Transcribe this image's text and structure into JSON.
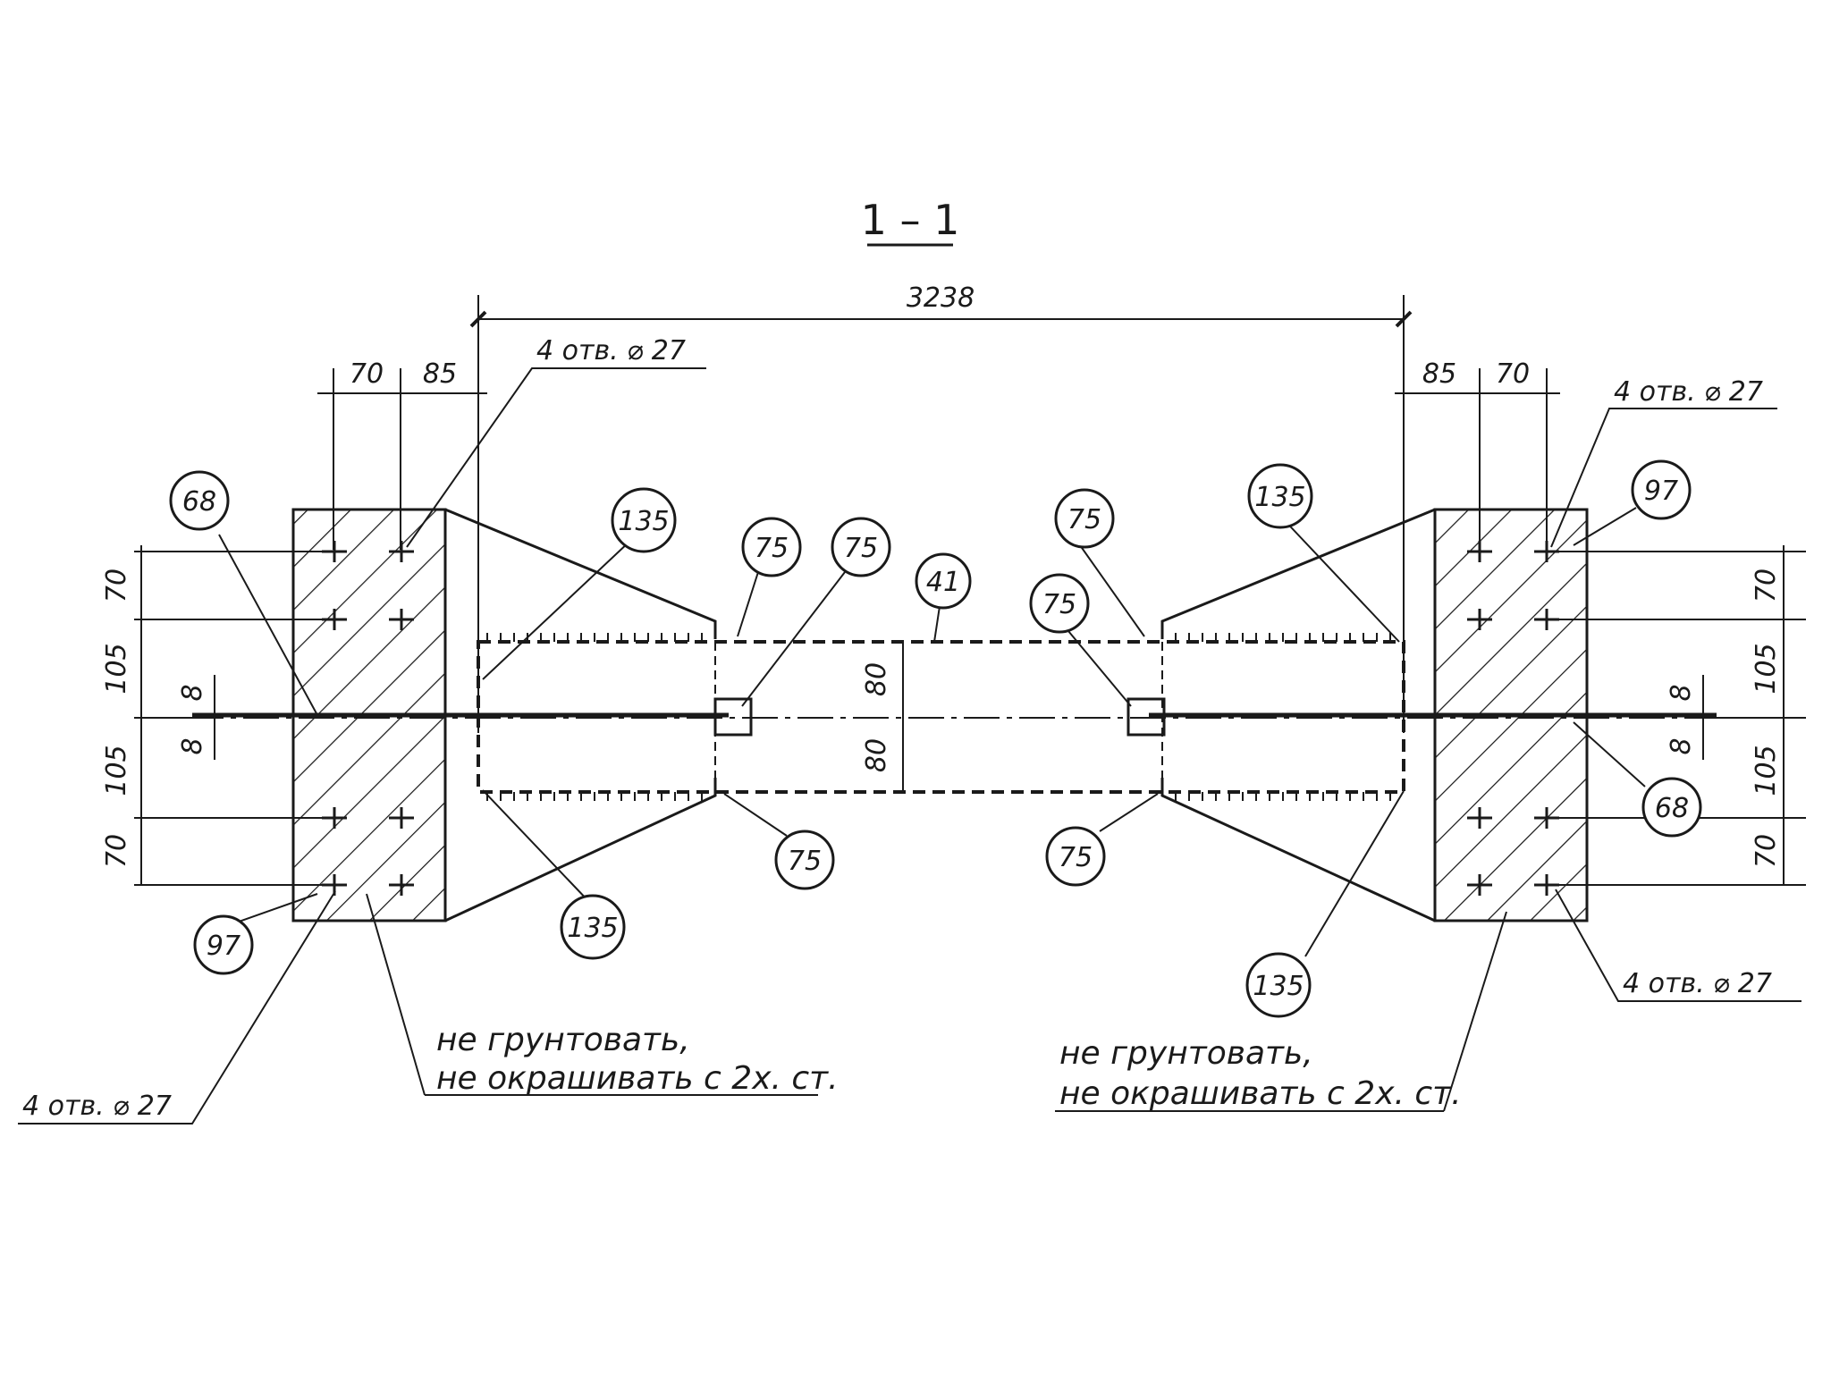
{
  "section_title": "1 – 1",
  "dimensions": {
    "overall": "3238",
    "left_70": "70",
    "left_85": "85",
    "right_85": "85",
    "right_70": "70",
    "v_left": [
      "70",
      "105",
      "8",
      "8",
      "105",
      "70"
    ],
    "v_right": [
      "70",
      "105",
      "8",
      "8",
      "105",
      "70"
    ],
    "center_80_top": "80",
    "center_80_bottom": "80"
  },
  "callouts": {
    "holes_top_left": "4 отв. ⌀ 27",
    "holes_top_right": "4 отв. ⌀ 27",
    "holes_bottom_left": "4 отв. ⌀ 27",
    "holes_bottom_right": "4 отв. ⌀ 27"
  },
  "bubbles": {
    "b68_left": "68",
    "b135_top_left": "135",
    "b75_a": "75",
    "b75_b": "75",
    "b41": "41",
    "b75_c": "75",
    "b75_d": "75",
    "b135_top_right": "135",
    "b97_right": "97",
    "b97_left": "97",
    "b135_bottom_left": "135",
    "b75_bottom_left": "75",
    "b75_bottom_right": "75",
    "b135_bottom_right": "135",
    "b68_right": "68"
  },
  "notes": {
    "left_line1": "не грунтовать,",
    "left_line2": "не окрашивать с 2х. ст.",
    "right_line1": "не грунтовать,",
    "right_line2": "не окрашивать с 2х. ст."
  }
}
